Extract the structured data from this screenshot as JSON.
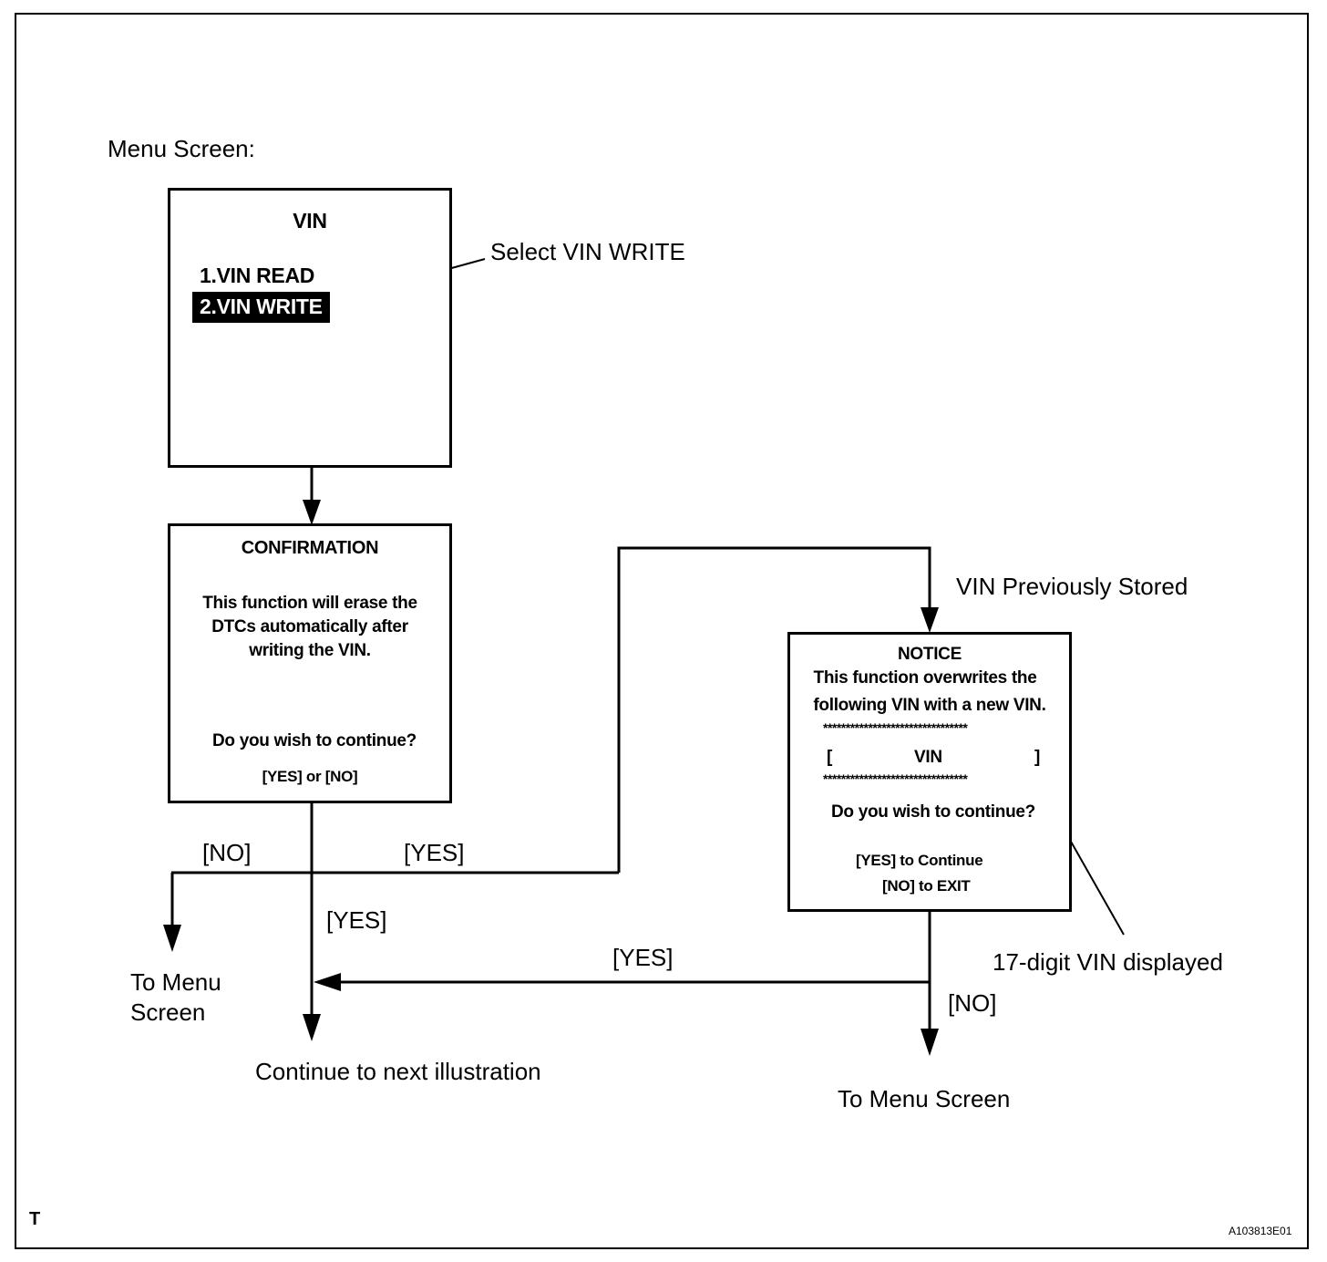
{
  "menu_screen_label": "Menu Screen:",
  "vin_screen": {
    "title": "VIN",
    "item_read": "1.VIN READ",
    "item_write": "2.VIN WRITE"
  },
  "callout_select": "Select VIN WRITE",
  "confirmation_screen": {
    "title": "CONFIRMATION",
    "line1": "This function will erase the",
    "line2": "DTCs automatically after",
    "line3": "writing the VIN.",
    "question": "Do you wish to continue?",
    "options": "[YES] or [NO]"
  },
  "notice_screen": {
    "title": "NOTICE",
    "line1": "This function overwrites the",
    "line2": "following VIN with a new VIN.",
    "stars": "********************************",
    "bracket_open": "[",
    "vin": "VIN",
    "bracket_close": "]",
    "question": "Do you wish to continue?",
    "yes_option": "[YES] to Continue",
    "no_option": "[NO] to EXIT"
  },
  "labels": {
    "vin_previously_stored": "VIN Previously Stored",
    "no_left": "[NO]",
    "yes_branch": "[YES]",
    "yes_down": "[YES]",
    "yes_return": "[YES]",
    "no_notice": "[NO]",
    "to_menu_left_1": "To Menu",
    "to_menu_left_2": "Screen",
    "continue_next": "Continue to next illustration",
    "to_menu_right": "To Menu Screen",
    "vin_displayed": "17-digit VIN displayed"
  },
  "corner_mark": "T",
  "figure_id": "A103813E01"
}
